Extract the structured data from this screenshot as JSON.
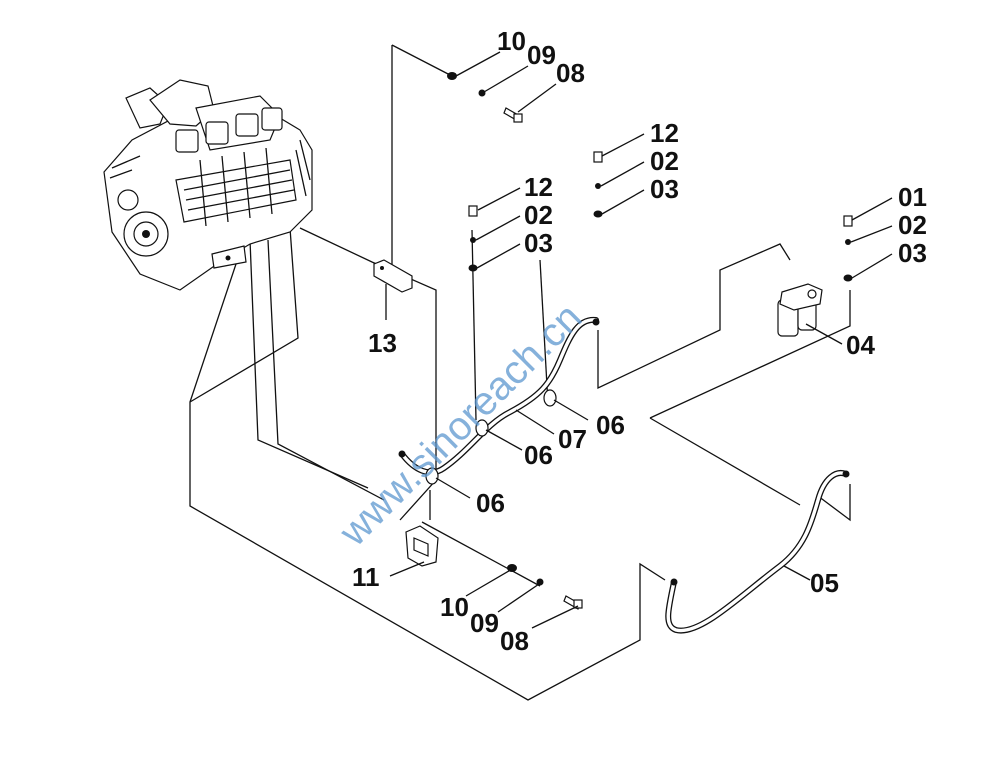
{
  "diagram": {
    "labels": {
      "p01": "01",
      "p02a": "02",
      "p03a": "03",
      "p04": "04",
      "p05": "05",
      "p06a": "06",
      "p06b": "06",
      "p06c": "06",
      "p07": "07",
      "p08a": "08",
      "p09a": "09",
      "p10a": "10",
      "p08b": "08",
      "p09b": "09",
      "p10b": "10",
      "p11": "11",
      "p12a": "12",
      "p02b": "02",
      "p03b": "03",
      "p12b": "12",
      "p02c": "02",
      "p03c": "03",
      "p13": "13"
    },
    "watermark": "www.sinoreach.cn",
    "colors": {
      "line": "#111111",
      "watermark": "#5d97cf",
      "background": "#ffffff"
    },
    "icons": [
      "engine-icon",
      "fuel-filter-icon",
      "bolt-icon",
      "washer-icon",
      "nut-icon",
      "bracket-icon",
      "clamp-icon",
      "fuel-pipe-icon"
    ]
  }
}
